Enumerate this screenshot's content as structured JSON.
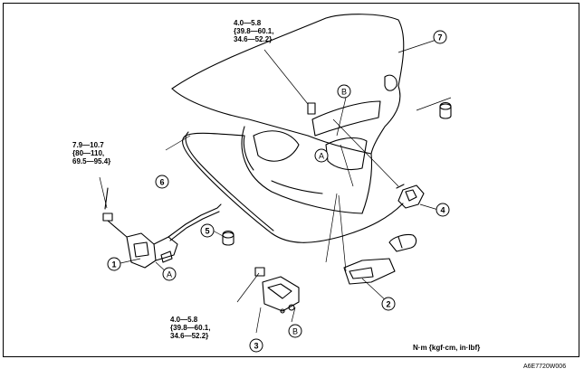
{
  "torque_specs": {
    "top": [
      "4.0—5.8",
      "{39.8—60.1,",
      "34.6—52.2}"
    ],
    "left": [
      "7.9—10.7",
      "{80—110,",
      "69.5—95.4}"
    ],
    "bottom": [
      "4.0—5.8",
      "{39.8—60.1,",
      "34.6—52.2}"
    ]
  },
  "callouts": [
    "1",
    "2",
    "3",
    "4",
    "5",
    "6",
    "7"
  ],
  "reference_letters": [
    "A",
    "A",
    "B",
    "B"
  ],
  "units_note": "N·m {kgf·cm, in·lbf}",
  "figure_code": "A6E7720W006"
}
